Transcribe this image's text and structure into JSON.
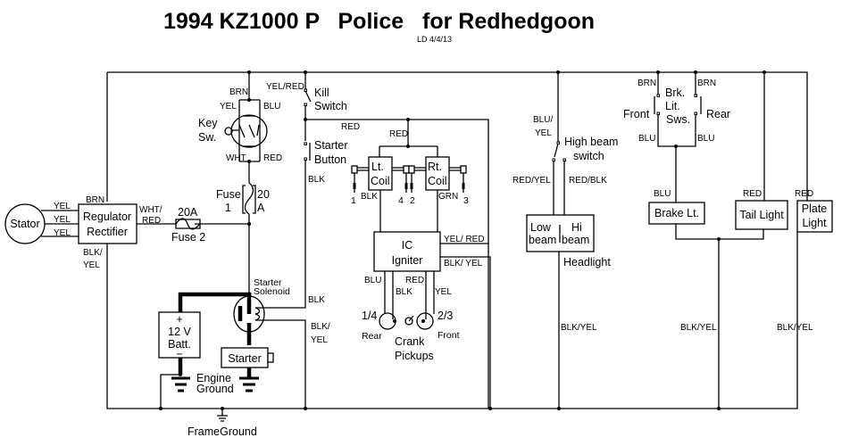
{
  "title": "1994 KZ1000 P   Police   for Redhedgoon",
  "subtitle": "LD  4/4/13",
  "components": {
    "stator": "Stator",
    "regulator_line1": "Regulator",
    "regulator_line2": "Rectifier",
    "fuse2_rating": "20A",
    "fuse2_label": "Fuse 2",
    "fuse1_label_line1": "Fuse",
    "fuse1_label_line2": "1",
    "fuse1_rating_line1": "20",
    "fuse1_rating_line2": "A",
    "key_switch_line1": "Key",
    "key_switch_line2": "Sw.",
    "kill_switch_line1": "Kill",
    "kill_switch_line2": "Switch",
    "starter_button_line1": "Starter",
    "starter_button_line2": "Button",
    "left_coil_line1": "Lt.",
    "left_coil_line2": "Coil",
    "right_coil_line1": "Rt.",
    "right_coil_line2": "Coil",
    "plugs": [
      "1",
      "4",
      "2",
      "3"
    ],
    "igniter_line1": "IC",
    "igniter_line2": "Igniter",
    "pickup_rear_num": "1/4",
    "pickup_rear": "Rear",
    "pickup_front_num": "2/3",
    "pickup_front": "Front",
    "crank_line1": "Crank",
    "crank_line2": "Pickups",
    "solenoid_line1": "Starter",
    "solenoid_line2": "Solenoid",
    "battery_plus": "+",
    "battery_line1": "12 V",
    "battery_line2": "Batt.",
    "battery_minus": "−",
    "starter": "Starter",
    "engine_ground_line1": "Engine",
    "engine_ground_line2": "Ground",
    "frame_ground": "FrameGround",
    "high_beam_switch_line1": "High beam",
    "high_beam_switch_line2": "switch",
    "headlight_low_line1": "Low",
    "headlight_low_line2": "beam",
    "headlight_hi_line1": "Hi",
    "headlight_hi_line2": "beam",
    "headlight": "Headlight",
    "brake_switches_line1": "Brk.",
    "brake_switches_line2": "Lit.",
    "brake_switches_line3": "Sws.",
    "brake_front": "Front",
    "brake_rear": "Rear",
    "brake_light": "Brake Lt.",
    "tail_light": "Tail Light",
    "plate_light_line1": "Plate",
    "plate_light_line2": "Light"
  },
  "wires": {
    "stator_yel_1": "YEL",
    "stator_yel_2": "YEL",
    "stator_yel_3": "YEL",
    "reg_brn": "BRN",
    "reg_out_line1": "WHT/",
    "reg_out_line2": "RED",
    "reg_gnd_line1": "BLK/",
    "reg_gnd_line2": "YEL",
    "key_brn": "BRN",
    "key_yel": "YEL",
    "key_blu": "BLU",
    "key_wht": "WHT",
    "key_red": "RED",
    "kill_yelred": "YEL/RED",
    "coil_feed_red": "RED",
    "coil_feed_red2": "RED",
    "starter_blk": "BLK",
    "lt_coil_blk": "BLK",
    "rt_coil_grn": "GRN",
    "igniter_yelred": "YEL/ RED",
    "igniter_blkyel": "BLK/ YEL",
    "pickup_blu": "BLU",
    "pickup_blk": "BLK",
    "pickup_red": "RED",
    "pickup_yel": "YEL",
    "solenoid_blk": "BLK",
    "solenoid_blkyel_line1": "BLK/",
    "solenoid_blkyel_line2": "YEL",
    "hb_bluyel_line1": "BLU/",
    "hb_bluyel_line2": "YEL",
    "hb_redyel": "RED/YEL",
    "hb_redblk": "RED/BLK",
    "headlight_gnd": "BLK/YEL",
    "brk_brn_front": "BRN",
    "brk_brn_rear": "BRN",
    "brk_blu_front": "BLU",
    "brk_blu_rear": "BLU",
    "brake_light_blu": "BLU",
    "tail_red": "RED",
    "plate_red": "RED",
    "rear_gnd": "BLK/YEL",
    "plate_gnd": "BLK/YEL"
  }
}
